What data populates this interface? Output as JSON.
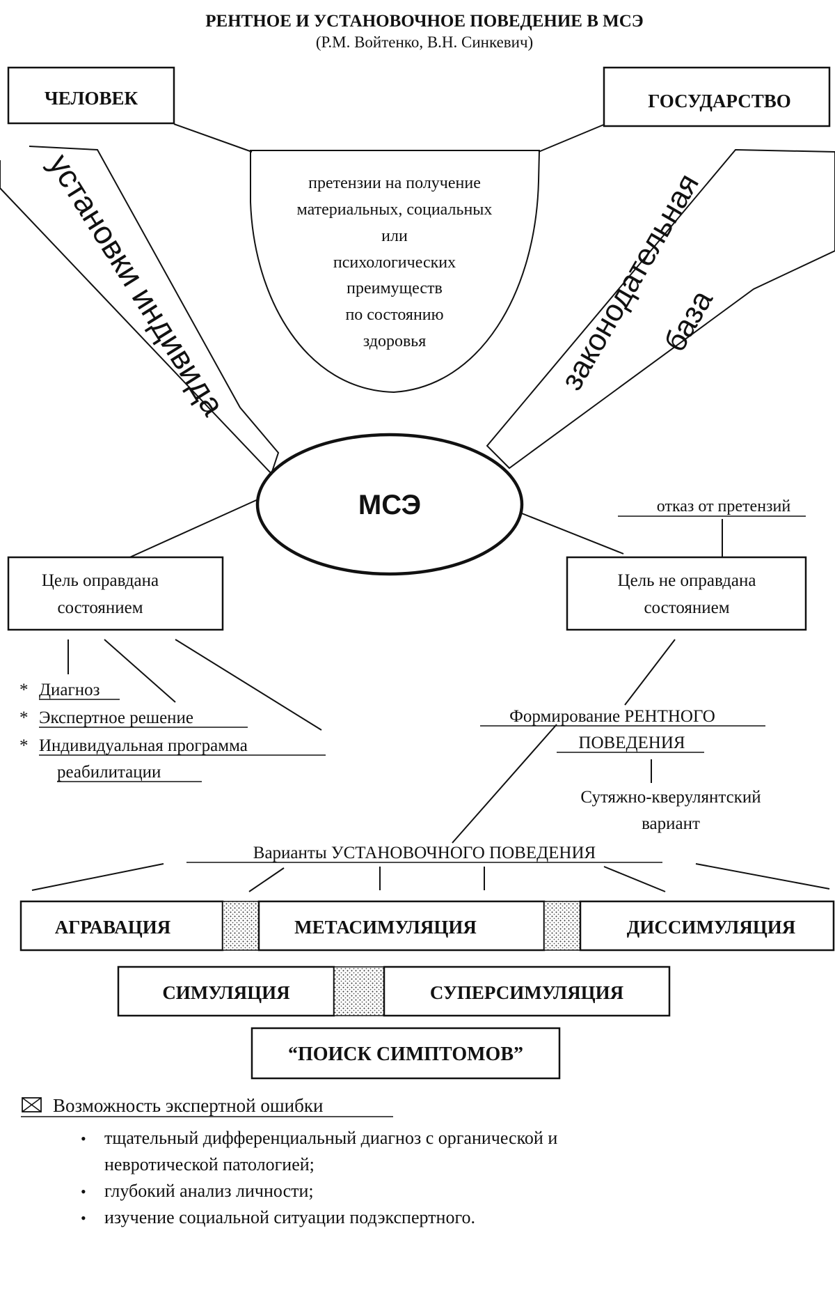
{
  "header": {
    "title": "РЕНТНОЕ И УСТАНОВОЧНОЕ ПОВЕДЕНИЕ В МСЭ",
    "authors": "(Р.М. Войтенко, В.Н. Синкевич)"
  },
  "top": {
    "person": "ЧЕЛОВЕК",
    "state": "ГОСУДАРСТВО",
    "claims_lines": [
      "претензии на получение",
      "материальных, социальных",
      "или",
      "психологических",
      "преимуществ",
      "по состоянию",
      "здоровья"
    ],
    "left_band": "установки индивида",
    "right_band_lines": [
      "законодательная",
      "база"
    ]
  },
  "center": {
    "label": "МСЭ"
  },
  "left_branch": {
    "box_lines": [
      "Цель оправдана",
      "состоянием"
    ],
    "items": [
      "Диагноз",
      "Экспертное решение",
      "Индивидуальная программа",
      "реабилитации"
    ],
    "bullet": "*"
  },
  "right_branch": {
    "refusal": "отказ от претензий",
    "box_lines": [
      "Цель не оправдана",
      "состоянием"
    ],
    "rent_lines": [
      "Формирование РЕНТНОГО",
      "ПОВЕДЕНИЯ"
    ],
    "litigious_lines": [
      "Сутяжно-кверулянтский",
      "вариант"
    ]
  },
  "variants": {
    "heading": "Варианты  УСТАНОВОЧНОГО  ПОВЕДЕНИЯ",
    "row1": [
      "АГРАВАЦИЯ",
      "МЕТАСИМУЛЯЦИЯ",
      "ДИССИМУЛЯЦИЯ"
    ],
    "row2": [
      "СИМУЛЯЦИЯ",
      "СУПЕРСИМУЛЯЦИЯ"
    ],
    "row3": "“ПОИСК СИМПТОМОВ”"
  },
  "errors": {
    "icon": "envelope-icon",
    "heading": "Возможность экспертной ошибки",
    "bullet": "•",
    "items": [
      [
        "тщательный дифференциальный диагноз с органической и",
        "невротической патологией;"
      ],
      [
        "глубокий анализ личности;"
      ],
      [
        "изучение социальной ситуации подэкспертного."
      ]
    ]
  }
}
